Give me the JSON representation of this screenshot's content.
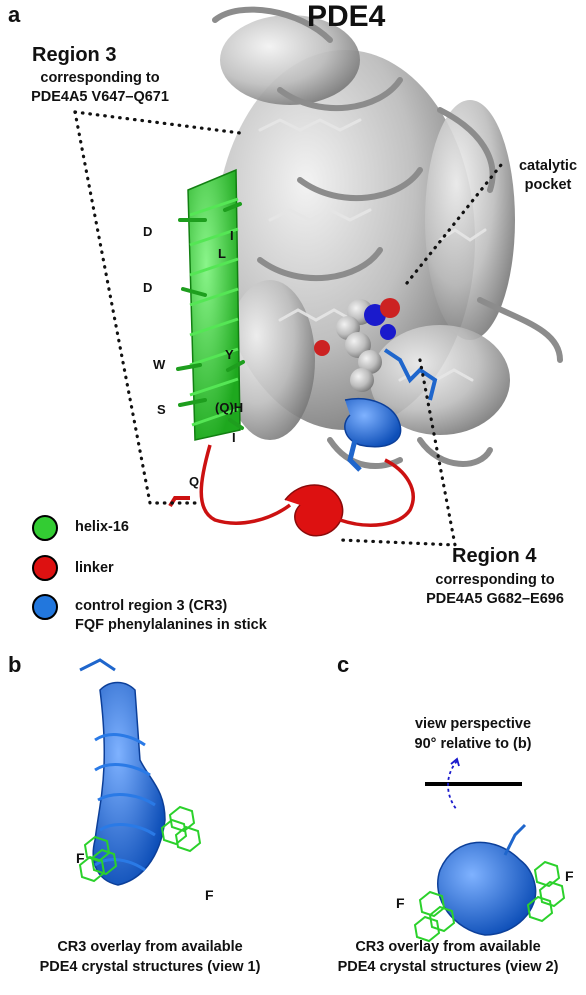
{
  "panel_a": {
    "letter": "a",
    "title": "PDE4",
    "region3": {
      "title": "Region 3",
      "line1": "corresponding to",
      "line2": "PDE4A5 V647–Q671"
    },
    "catalytic": {
      "line1": "catalytic",
      "line2": "pocket"
    },
    "region4": {
      "title": "Region 4",
      "line1": "corresponding to",
      "line2": "PDE4A5 G682–E696"
    },
    "residues": {
      "d1": "D",
      "i1": "I",
      "l": "L",
      "d2": "D",
      "y": "Y",
      "w": "W",
      "s": "S",
      "qh": "(Q)H",
      "i2": "I",
      "q": "Q"
    },
    "legend": [
      {
        "color": "#33cc33",
        "label": "helix-16"
      },
      {
        "color": "#dd1111",
        "label": "linker"
      },
      {
        "color": "#2277dd",
        "label": "control region 3 (CR3)",
        "label2": "FQF phenylalanines in stick"
      }
    ],
    "colors": {
      "helix16": "#33cc33",
      "linker": "#cc1111",
      "cr3": "#1f66cc",
      "protein": "#b8b8b8"
    }
  },
  "panel_b": {
    "letter": "b",
    "f1": "F",
    "f2": "F",
    "caption1": "CR3 overlay from available",
    "caption2": "PDE4 crystal structures (view 1)"
  },
  "panel_c": {
    "letter": "c",
    "perspective1": "view perspective",
    "perspective2": "90° relative to (b)",
    "f1": "F",
    "f2": "F",
    "caption1": "CR3 overlay from available",
    "caption2": "PDE4 crystal structures (view 2)"
  }
}
